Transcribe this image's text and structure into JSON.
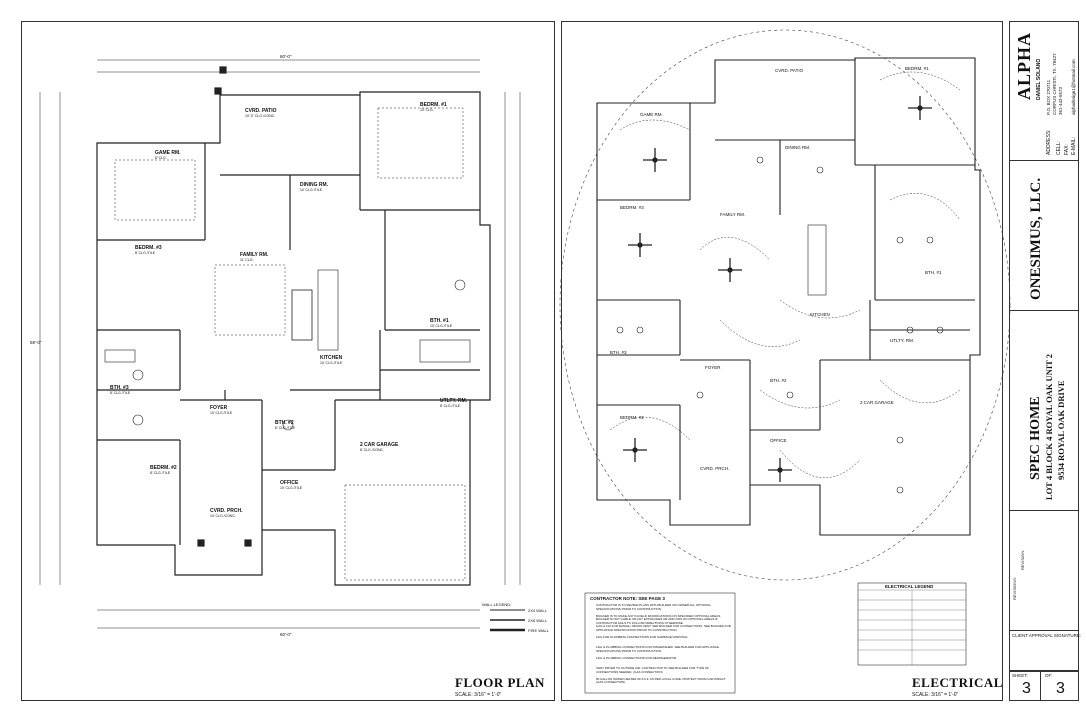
{
  "floor_plan": {
    "title": "FLOOR PLAN",
    "scale": "SCALE: 3/16\" = 1'-0\"",
    "rooms": [
      {
        "name": "GAME RM.",
        "sub": "8' CLG."
      },
      {
        "name": "CVRD. PATIO",
        "sub": "10'-0\" CLG./CONC."
      },
      {
        "name": "BEDRM. #1",
        "sub": "10' CLG."
      },
      {
        "name": "DINING RM.",
        "sub": "10' CLG./TILE"
      },
      {
        "name": "BEDRM. #3",
        "sub": "8' CLG./TILE"
      },
      {
        "name": "FAMILY RM.",
        "sub": "11' CLG."
      },
      {
        "name": "KITCHEN",
        "sub": "10' CLG./TILE"
      },
      {
        "name": "BTH. #1",
        "sub": "10' CLG./TILE"
      },
      {
        "name": "BTH. #3",
        "sub": "8' CLG./TILE"
      },
      {
        "name": "FOYER",
        "sub": "10' CLG./TILE"
      },
      {
        "name": "BTH. #2",
        "sub": "8' CLG./TILE"
      },
      {
        "name": "UTLTY. RM.",
        "sub": "8' CLG./TILE"
      },
      {
        "name": "2 CAR GARAGE",
        "sub": "8' CLG./CONC."
      },
      {
        "name": "BEDRM. #2",
        "sub": "8' CLG./TILE"
      },
      {
        "name": "OFFICE",
        "sub": "10' CLG./TILE"
      },
      {
        "name": "CVRD. PRCH.",
        "sub": "10' CLG./CONC."
      }
    ],
    "dims": {
      "overall_top": "60'-0\"",
      "overall_bottom": "60'-0\"",
      "overall_left": "58'-0\""
    },
    "wall_legend": {
      "title": "WALL LEGEND:",
      "items": [
        "2X4 WALL",
        "2X6 WALL",
        "FIRE WALL"
      ]
    }
  },
  "electrical": {
    "title": "ELECTRICAL",
    "scale": "SCALE: 3/16\" = 1'-0\"",
    "rooms": [
      "GAME RM.",
      "CVRD. PATIO",
      "BEDRM. #1",
      "DINING RM.",
      "BEDRM. #3",
      "FAMILY RM.",
      "KITCHEN",
      "BTH. #1",
      "FOYER",
      "UTLTY. RM.",
      "2 CAR GARAGE",
      "BEDRM. #2",
      "OFFICE",
      "CVRD. PRCH.",
      "BTH. #3",
      "BTH. #2"
    ],
    "notes_title": "CONTRACTOR NOTE: SEE PAGE 3",
    "notes": [
      "CONTRACTOR IS TO REVIEW PLANS WITH BUILDER OR OWNER ALL OPTIONAL SPECIFICATIONS PRIOR TO CONSTRUCTION.",
      "BUILDER IS TO MAKE ANY IN-FIELD MODIFICATIONS ON SPECIFIED OPTIONAL AREAS. BUILDER IS NOT LIABLE ON ANY EXTRA FEES OR ADD-ONS ON OPTIONAL AREAS IF CONTRACTOR FAILS TO FOLLOW DIRECTIONS OTHERWISE.",
      "GAS & 110 FOR RANGE / MICRO-VENT. SEE BUILDER FOR CONNECTIONS. SEE BUILDER FOR APPLIANCE SPECIFICATION PRIOR TO CONSTRUCTION.",
      "110v FOR PLUMBING CONNECTIONS FOR GARBAGE DISPOSAL.",
      "110v & PLUMBING CONNECTIONS FOR DISHWASHER. SEE BUILDER FOR APPLIANCE SPECIFICATIONS PRIOR TO CONSTRUCTION.",
      "110v & PLUMBING CONNECTIONS FOR REFRIGERATOR.",
      "VENT DRYER TO OUTSIDE AIR. CONTRACTOR TO SEE BUILDER FOR TYPE OF CONNECTIONS NEEDED. (GAS CONNECTION)",
      "50 GALLON WATER HEATER W/ A.F.F. AS PER LOCAL CODE. PROTECT FROM CAR IMPACT. (GAS CONNECTION)"
    ],
    "legend_title": "ELECTRICAL LEGEND"
  },
  "title_block": {
    "company": "ALPHA",
    "designer": "DANIEL SOLANO",
    "address_label": "ADDRESS:",
    "address_lines": [
      "P.O. BOX 270711",
      "CORPUS CHRISTI, TX. 78427"
    ],
    "cell_label": "CELL:",
    "cell": "361-443-5573",
    "fax_label": "FAX:",
    "email_label": "E-MAIL:",
    "email": "alphadesign1@hotmail.com",
    "client": "ONESIMUS, LLC.",
    "project": "SPEC HOME",
    "lot": "LOT 4 BLOCK 4 ROYAL OAK UNIT 2",
    "street": "9534 ROYAL OAK DRIVE",
    "revision_label": "REVISION:",
    "revisions_label": "REVISIONS:",
    "approval": "CLIENT APPROVAL SIGNATURE:",
    "sheet_label": "SHEET:",
    "sheet": "3",
    "of_label": "OF:",
    "of": "3"
  }
}
